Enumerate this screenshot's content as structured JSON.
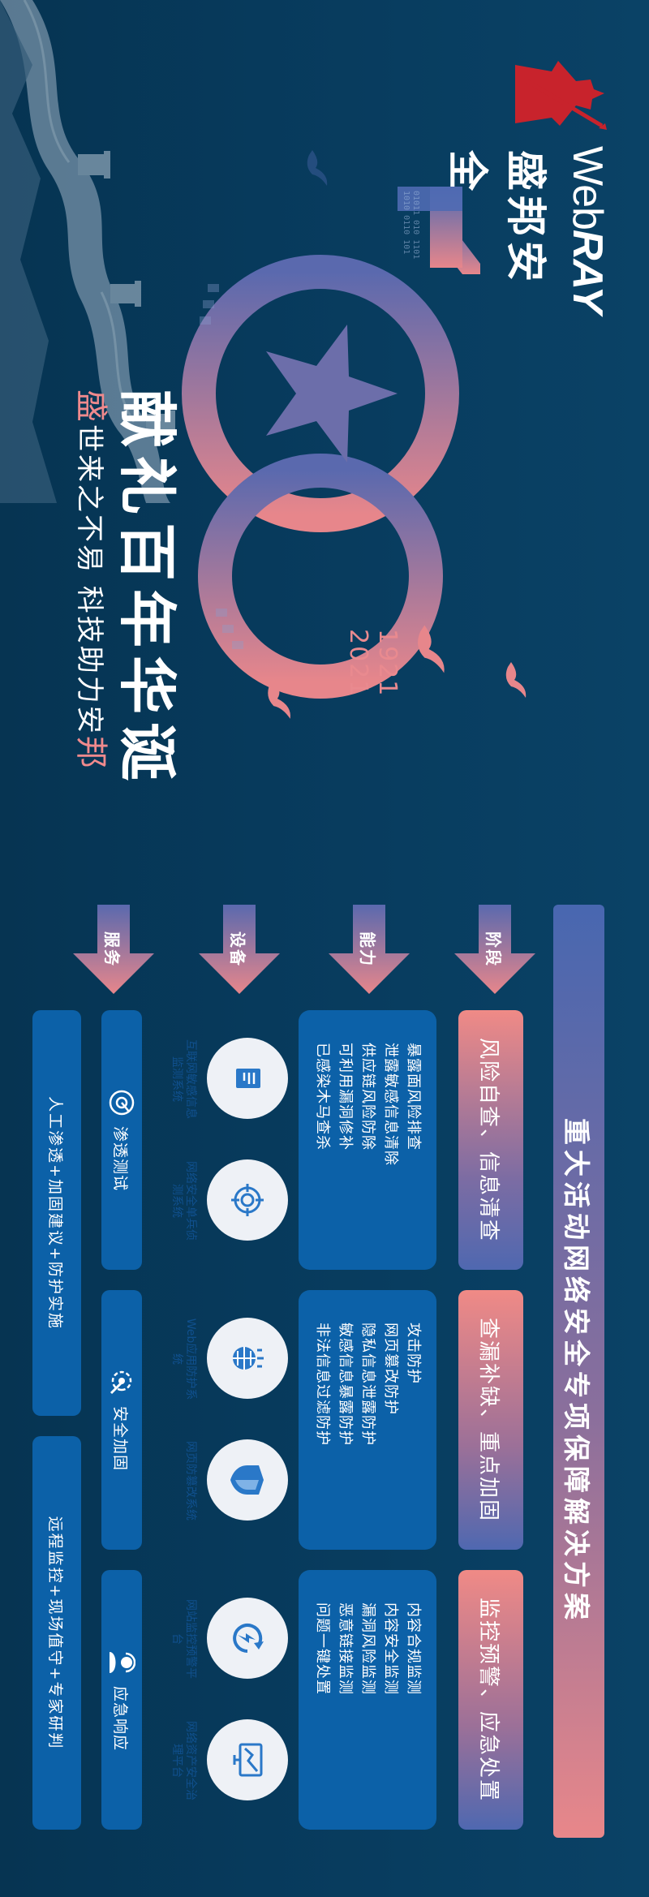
{
  "brand": {
    "web": "Web",
    "ray": "RAY",
    "name_cn": "盛邦安全"
  },
  "hero": {
    "years": [
      "1921",
      "2021"
    ],
    "title": "献礼百年华诞",
    "subtitle_accent_start": "盛",
    "subtitle_mid": "世来之不易   科技助力安",
    "subtitle_accent_end": "邦"
  },
  "solution": {
    "title": "重大活动网络安全专项保障解决方案",
    "row_labels": [
      "阶段",
      "能力",
      "设备",
      "服务"
    ],
    "stages": [
      "风险自查、信息清查",
      "查漏补缺、重点加固",
      "监控预警、应急处置"
    ],
    "capabilities": [
      [
        "暴露面风险排查",
        "泄露敏感信息清除",
        "供应链风险防除",
        "可利用漏洞修补",
        "已感染木马查杀"
      ],
      [
        "攻击防护",
        "网页篡改防护",
        "隐私信息泄露防护",
        "敏感信息暴露防护",
        "非法信息过滤防护"
      ],
      [
        "内容合规监测",
        "内容安全监测",
        "漏洞风险监测",
        "恶意链接监测",
        "问题一键处置"
      ]
    ],
    "devices": [
      [
        {
          "name": "互联网敏感信息监测系统",
          "icon": "document-list-icon"
        },
        {
          "name": "网络安全单兵侦测系统",
          "icon": "target-icon"
        }
      ],
      [
        {
          "name": "Web应用防护系统",
          "icon": "firewall-globe-icon"
        },
        {
          "name": "网页防篡改系统",
          "icon": "shield-icon"
        }
      ],
      [
        {
          "name": "网站监控预警平台",
          "icon": "refresh-bolt-icon"
        },
        {
          "name": "网络资产安全治理平台",
          "icon": "chart-monitor-icon"
        }
      ]
    ],
    "services": [
      {
        "name": "渗透测试",
        "icon": "scan-icon"
      },
      {
        "name": "安全加固",
        "icon": "wrench-gear-icon"
      },
      {
        "name": "应急响应",
        "icon": "person-support-icon"
      }
    ],
    "service_plans": [
      "人工渗透+加固建议+防护实施",
      "远程监控+现场值守+专家研判"
    ]
  },
  "colors": {
    "background": "#073a5c",
    "box": "#0c61a8",
    "accent_pink": "#f08a86",
    "accent_blue": "#4f68b0"
  }
}
